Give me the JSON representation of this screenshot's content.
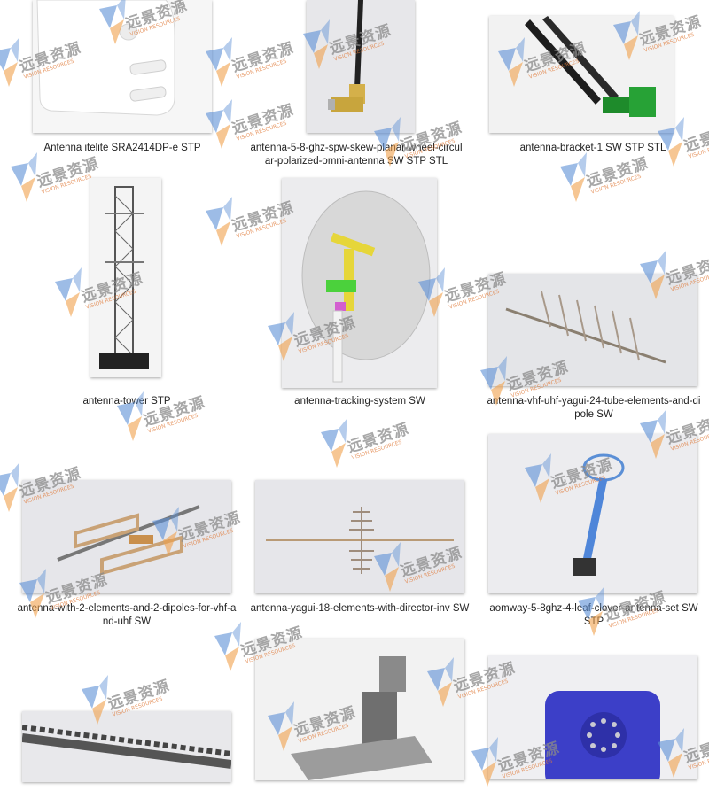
{
  "gallery": {
    "items": [
      {
        "caption": "Antenna itelite SRA2414DP-e STP"
      },
      {
        "caption": "antenna-5-8-ghz-spw-skew-planar-wheel-circular-polarized-omni-antenna SW STP STL"
      },
      {
        "caption": "antenna-bracket-1 SW STP STL"
      },
      {
        "caption": "antenna-tower STP"
      },
      {
        "caption": "antenna-tracking-system SW"
      },
      {
        "caption": "antenna-vhf-uhf-yagui-24-tube-elements-and-dipole SW"
      },
      {
        "caption": "antenna-with-2-elements-and-2-dipoles-for-vhf-and-uhf SW"
      },
      {
        "caption": "antenna-yagui-18-elements-with-director-inv SW"
      },
      {
        "caption": "aomway-5-8ghz-4-leaf-clover-antenna-set SW STP"
      },
      {
        "caption": ""
      },
      {
        "caption": ""
      },
      {
        "caption": ""
      }
    ]
  },
  "watermark": {
    "text": "远景资源",
    "subtext": "VISION RESOURCES",
    "colors": {
      "blue": "#5b8fd6",
      "orange": "#f0a04b",
      "gray": "#8a8a8a"
    }
  },
  "colors": {
    "tile_bg": "#e9e9ec",
    "caption": "#222222",
    "page_bg": "#ffffff"
  }
}
